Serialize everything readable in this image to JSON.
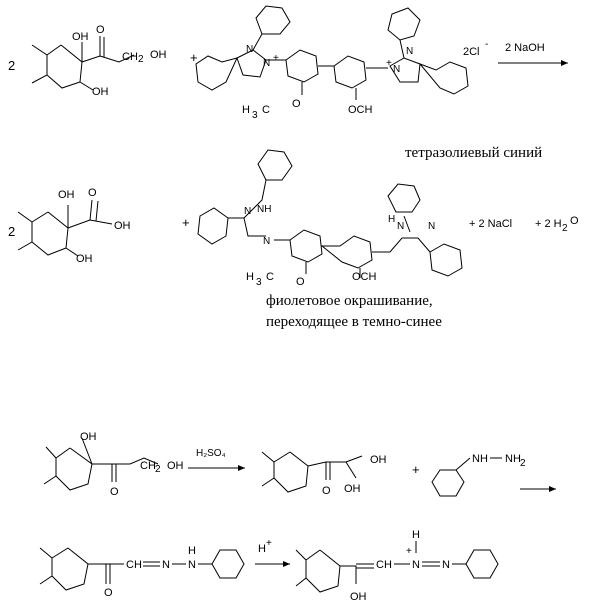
{
  "reaction1": {
    "coef_left": "2",
    "plus1": "+",
    "ketol": {
      "OH": "OH",
      "O": "O",
      "CH2": "CH",
      "sub2": "2",
      "OH2": "OH",
      "OH3": "OH"
    },
    "tetrazolium": {
      "N": "N",
      "Nplus": "N",
      "plus": "+",
      "H3C": "H",
      "sub3": "3",
      "C": "C",
      "O": "O",
      "OCH": "OCH",
      "counterion": "2Cl",
      "minus": "-"
    },
    "reagent": "2 NaOH",
    "dye_name": "тетразолиевый синий"
  },
  "reaction2": {
    "coef_left": "2",
    "acid": {
      "OH": "OH",
      "O": "O",
      "OH2": "OH",
      "OH3": "OH"
    },
    "plus": "+",
    "formazan": {
      "N": "N",
      "NH": "NH",
      "H": "H",
      "H3C": "H",
      "sub3": "3",
      "C": "C",
      "O": "O",
      "OCH": "OCH"
    },
    "products": [
      "+ 2 NaCl",
      "+  2 H",
      "2",
      "O"
    ],
    "caption_line1": "фиолетовое окрашивание,",
    "caption_line2": "переходящее в темно-синее"
  },
  "reaction3": {
    "OH": "OH",
    "O": "O",
    "CH2": "CH",
    "sub2": "2",
    "OHend": "OH",
    "reagent": "H₂SO₄",
    "OH_a": "OH",
    "OH_b": "OH",
    "O2": "O",
    "plus": "+",
    "NH": "NH",
    "NH2": "NH",
    "sub2b": "2"
  },
  "reaction4": {
    "O": "O",
    "CH": "CH",
    "N": "N",
    "N2": "N",
    "H": "H",
    "catalyst": "H",
    "cat_plus": "+",
    "OH": "OH",
    "CH2": "CH",
    "H_top": "H",
    "Nplus": "N",
    "plus": "+",
    "N3": "N"
  }
}
